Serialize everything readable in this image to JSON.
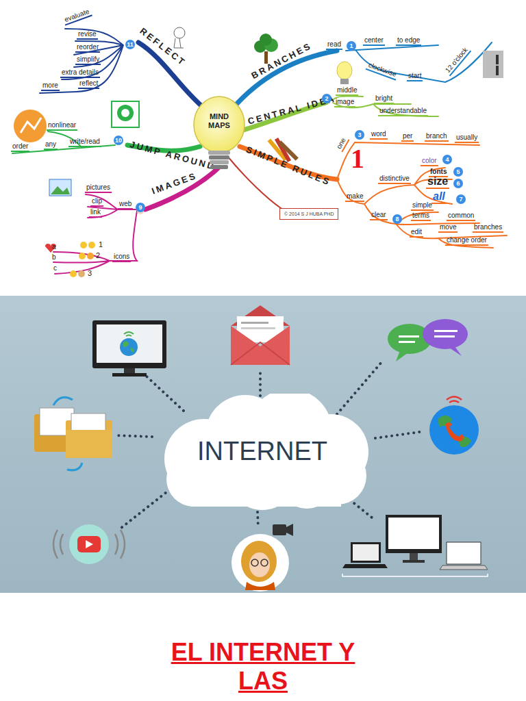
{
  "diagram": {
    "title": "EL INTERNET Y LAS",
    "nodes": [
      {
        "text": [
          "MIND MAPS"
        ]
      },
      {
        "text": [
          "INTERNET"
        ]
      }
    ],
    "labels": [
      "evaluate",
      "revise",
      "reorder",
      "simplify",
      "extra details",
      "more",
      "reflect",
      "11",
      "REFLECT",
      "BRANCHES",
      "read",
      "1",
      "center",
      "to edge",
      "clockwise",
      "start",
      "12 o'clock",
      "CENTRAL IDEA",
      "2",
      "middle",
      "image",
      "bright",
      "understandable",
      "nonlinear",
      "order",
      "any",
      "write/read",
      "10",
      "JUMP AROUND",
      "SIMPLE RULES",
      "one",
      "3",
      "word",
      "per",
      "branch",
      "usually",
      "1",
      "make",
      "distinctive",
      "color",
      "4",
      "fonts",
      "5",
      "size",
      "6",
      "all",
      "7",
      "clear",
      "8",
      "simple",
      "terms",
      "common",
      "edit",
      "move",
      "branches",
      "change order",
      "IMAGES",
      "9",
      "pictures",
      "clip",
      "link",
      "web",
      "icons",
      "a",
      "b",
      "c",
      "1",
      "2",
      "3",
      "© 2014 S J HUBA PHD"
    ]
  }
}
